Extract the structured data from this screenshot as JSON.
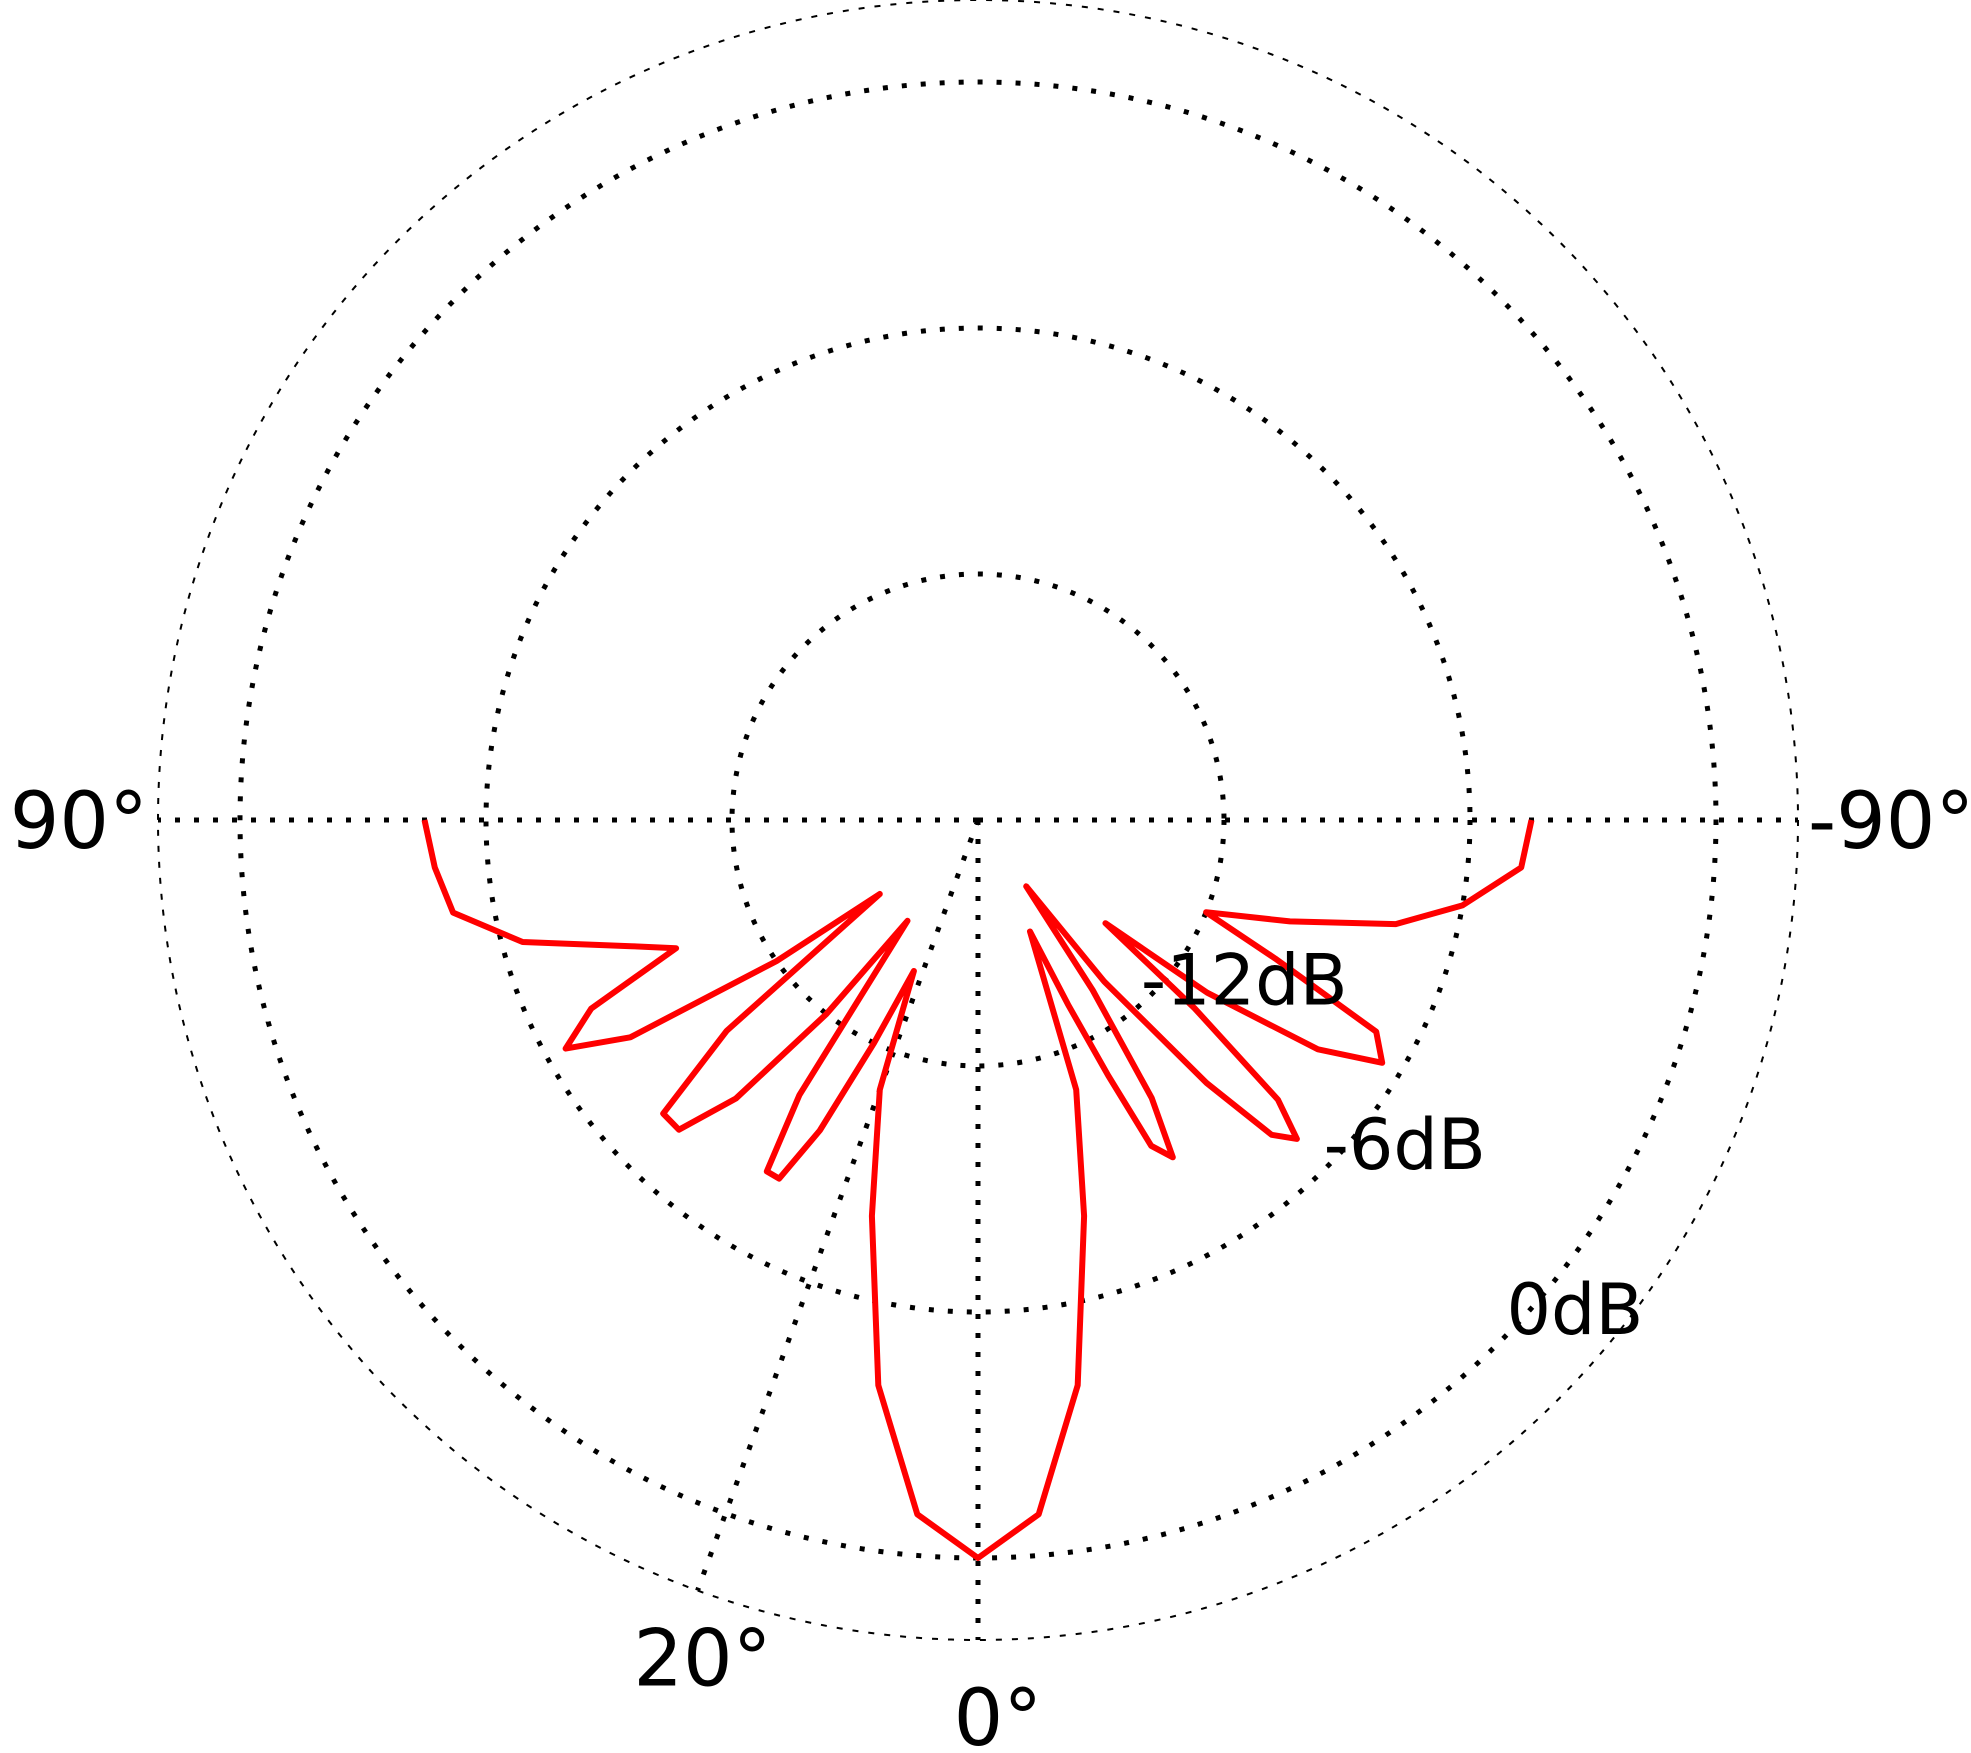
{
  "chart_data": {
    "type": "polar",
    "angle_unit": "degrees",
    "radial_unit": "dB",
    "radial_range_db": [
      -18,
      2
    ],
    "grid": true,
    "colors": {
      "pattern": "#ff0000",
      "grid": "#000000"
    },
    "angle_labels": [
      {
        "angle": 90,
        "text": "90°"
      },
      {
        "angle": -90,
        "text": "-90°"
      },
      {
        "angle": 20,
        "text": "20°"
      },
      {
        "angle": 0,
        "text": "0°"
      }
    ],
    "ring_labels": [
      {
        "db": -12,
        "text": "-12dB"
      },
      {
        "db": -6,
        "text": "-6dB"
      },
      {
        "db": 0,
        "text": "0dB"
      }
    ],
    "pattern": {
      "points": [
        [
          -90,
          -4.5
        ],
        [
          -85,
          -4.7
        ],
        [
          -80,
          -6
        ],
        [
          -76,
          -7.5
        ],
        [
          -72,
          -10
        ],
        [
          -68,
          -12
        ],
        [
          -65,
          -10
        ],
        [
          -62,
          -7
        ],
        [
          -59,
          -6.5
        ],
        [
          -56,
          -8
        ],
        [
          -53,
          -11
        ],
        [
          -51,
          -14
        ],
        [
          -49,
          -11
        ],
        [
          -47,
          -8
        ],
        [
          -45,
          -7
        ],
        [
          -43,
          -7.5
        ],
        [
          -41,
          -9.5
        ],
        [
          -38,
          -13
        ],
        [
          -36,
          -16
        ],
        [
          -34,
          -13
        ],
        [
          -32,
          -10
        ],
        [
          -30,
          -8.5
        ],
        [
          -28,
          -9
        ],
        [
          -27,
          -11
        ],
        [
          -26,
          -13
        ],
        [
          -25,
          -15
        ],
        [
          -20,
          -11
        ],
        [
          -15,
          -8
        ],
        [
          -10,
          -4
        ],
        [
          -5,
          -1
        ],
        [
          0,
          0
        ],
        [
          5,
          -1
        ],
        [
          10,
          -4
        ],
        [
          15,
          -8
        ],
        [
          20,
          -11
        ],
        [
          23,
          -14
        ],
        [
          25,
          -12
        ],
        [
          27,
          -9.5
        ],
        [
          29,
          -8
        ],
        [
          31,
          -8
        ],
        [
          33,
          -10
        ],
        [
          35,
          -15
        ],
        [
          38,
          -12
        ],
        [
          41,
          -9
        ],
        [
          44,
          -7.5
        ],
        [
          47,
          -7.5
        ],
        [
          50,
          -10
        ],
        [
          53,
          -15
        ],
        [
          55,
          -12
        ],
        [
          58,
          -8
        ],
        [
          61,
          -6.5
        ],
        [
          64,
          -7.5
        ],
        [
          67,
          -10
        ],
        [
          70,
          -9
        ],
        [
          75,
          -6.5
        ],
        [
          80,
          -5
        ],
        [
          85,
          -4.7
        ],
        [
          90,
          -4.5
        ]
      ]
    }
  }
}
